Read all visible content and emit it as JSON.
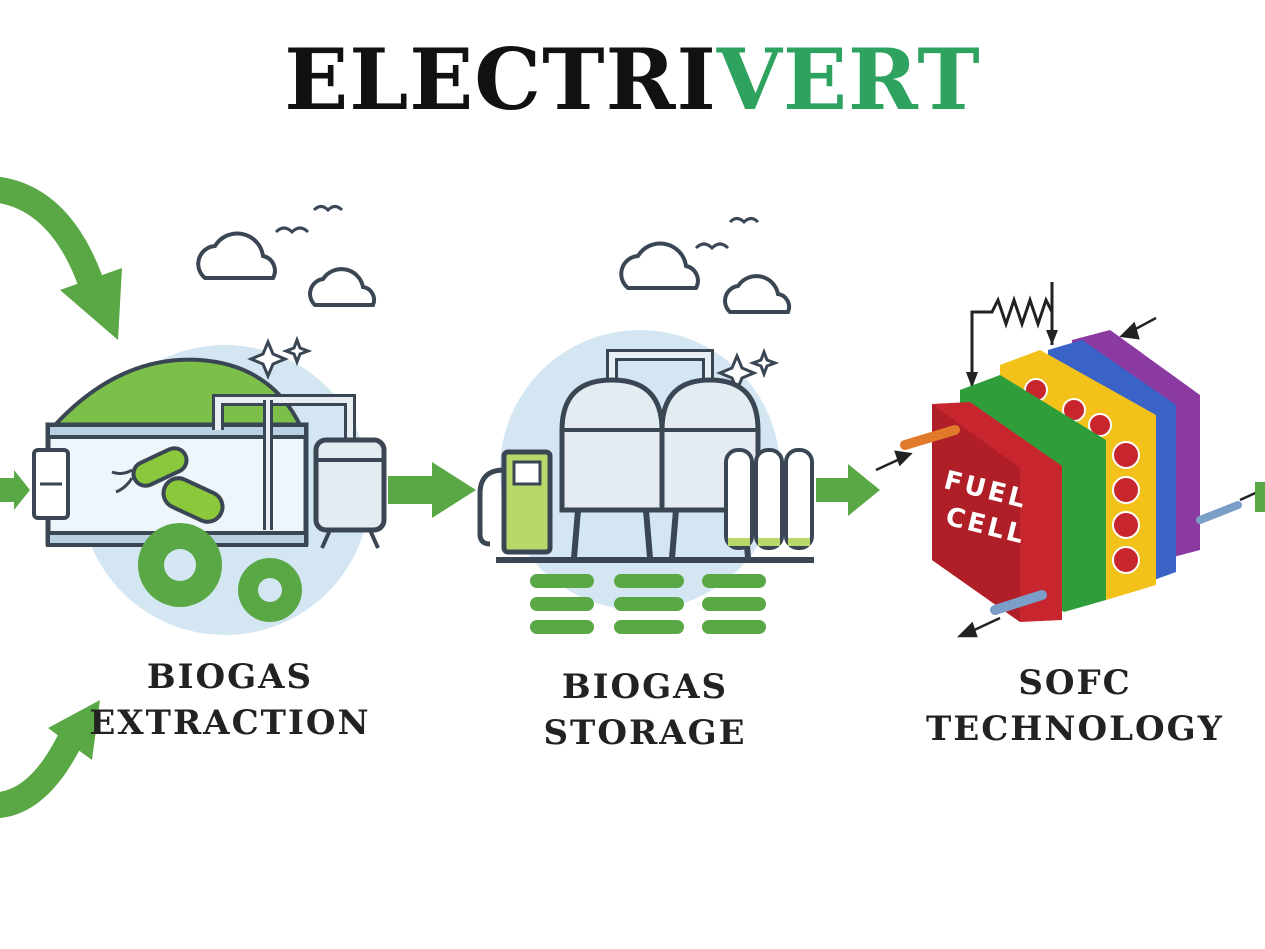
{
  "brand": {
    "part1": "ELECTRI",
    "part2": "VERT",
    "color_dark": "#111111",
    "color_green": "#2ea35f"
  },
  "steps": [
    {
      "line1": "BIOGAS",
      "line2": "EXTRACTION",
      "icon": "biogas-digester-icon"
    },
    {
      "line1": "BIOGAS",
      "line2": "STORAGE",
      "icon": "gas-storage-tanks-icon"
    },
    {
      "line1": "SOFC",
      "line2": "TECHNOLOGY",
      "icon": "fuel-cell-stack-icon"
    }
  ],
  "fuel_cell": {
    "face_line1": "FUEL",
    "face_line2": "CELL"
  },
  "colors": {
    "arrow_green": "#5aa845",
    "fuel_cell_red": "#c8262e",
    "fuel_cell_green": "#2f9e3a",
    "fuel_cell_yellow": "#f2c21a",
    "fuel_cell_blue": "#3a63c8",
    "fuel_cell_purple": "#8a3aa0"
  }
}
